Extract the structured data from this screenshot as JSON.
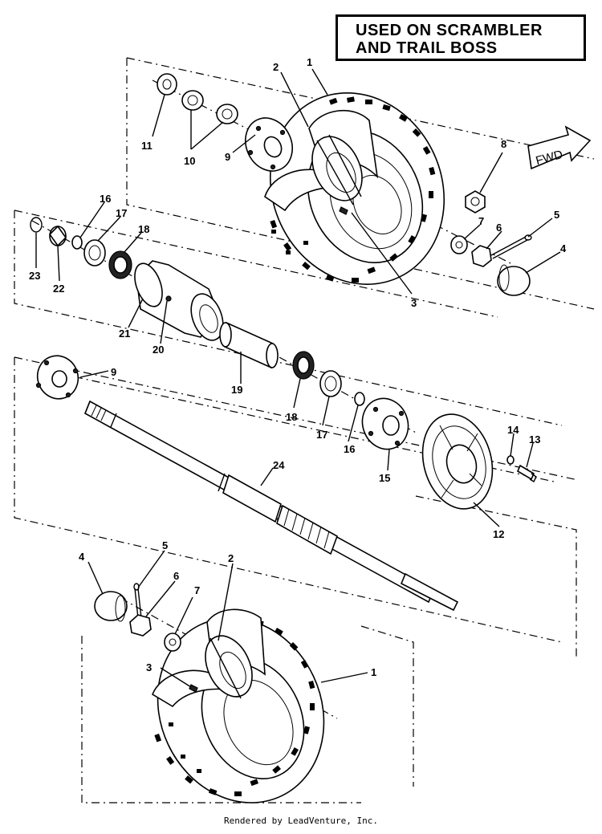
{
  "note": {
    "line1": "USED ON SCRAMBLER",
    "line2": "AND TRAIL BOSS"
  },
  "direction_arrow": {
    "label": "FWD"
  },
  "callouts": {
    "top_wheel": {
      "c1": "1",
      "c2": "2",
      "c3": "3",
      "c4": "4",
      "c5": "5",
      "c6": "6",
      "c7": "7",
      "c8": "8",
      "c9": "9",
      "c10": "10",
      "c11": "11"
    },
    "hub": {
      "c16": "16",
      "c17": "17",
      "c18": "18",
      "c19": "19",
      "c20": "20",
      "c21": "21",
      "c22": "22",
      "c23": "23"
    },
    "axle": {
      "c9": "9",
      "c12": "12",
      "c13": "13",
      "c14": "14",
      "c15": "15",
      "c16": "16",
      "c17": "17",
      "c18": "18",
      "c24": "24"
    },
    "bottom_wheel": {
      "c1": "1",
      "c2": "2",
      "c3": "3",
      "c4": "4",
      "c5": "5",
      "c6": "6",
      "c7": "7"
    }
  },
  "footer": "Rendered by LeadVenture, Inc."
}
